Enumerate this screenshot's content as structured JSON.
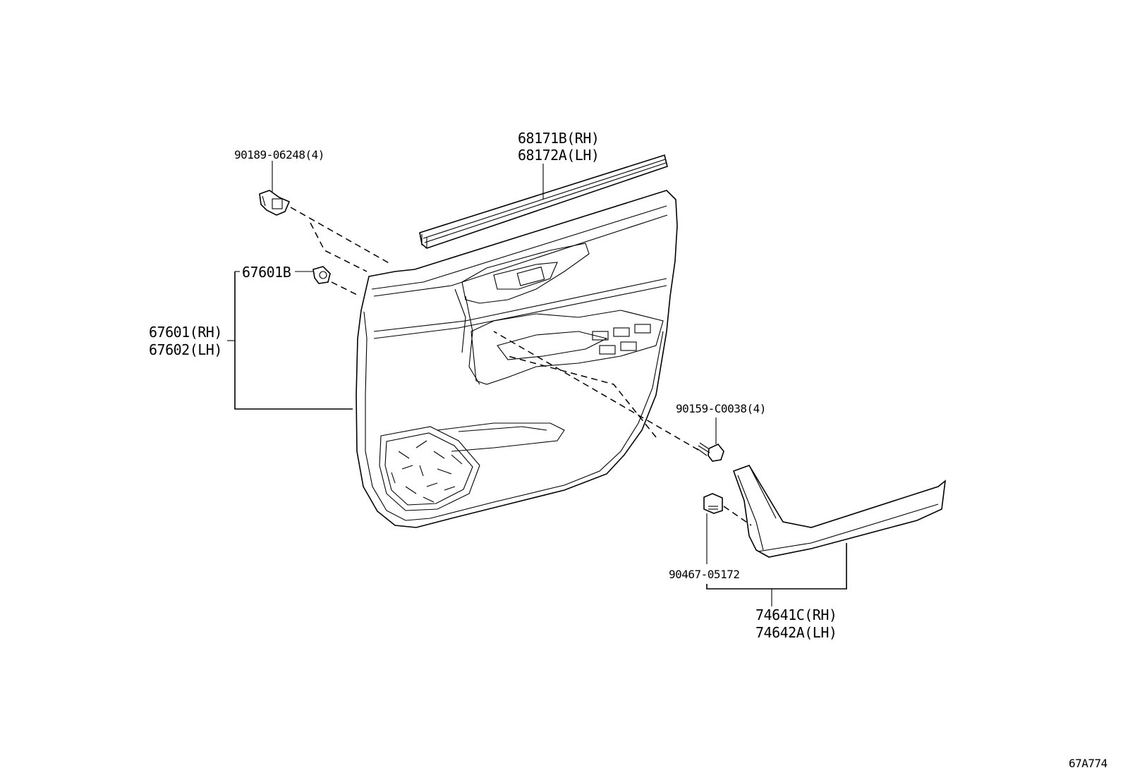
{
  "diagram_code": "67A774",
  "parts": {
    "clip_upper": {
      "number": "90189-06248(4)"
    },
    "weatherstrip": {
      "rh": "68171B(RH)",
      "lh": "68172A(LH)"
    },
    "clip_67601b": {
      "number": "67601B"
    },
    "door_trim_panel": {
      "rh": "67601(RH)",
      "lh": "67602(LH)"
    },
    "screw": {
      "number": "90159-C0038(4)"
    },
    "clip_lower": {
      "number": "90467-05172"
    },
    "lower_garnish": {
      "rh": "74641C(RH)",
      "lh": "74642A(LH)"
    }
  }
}
